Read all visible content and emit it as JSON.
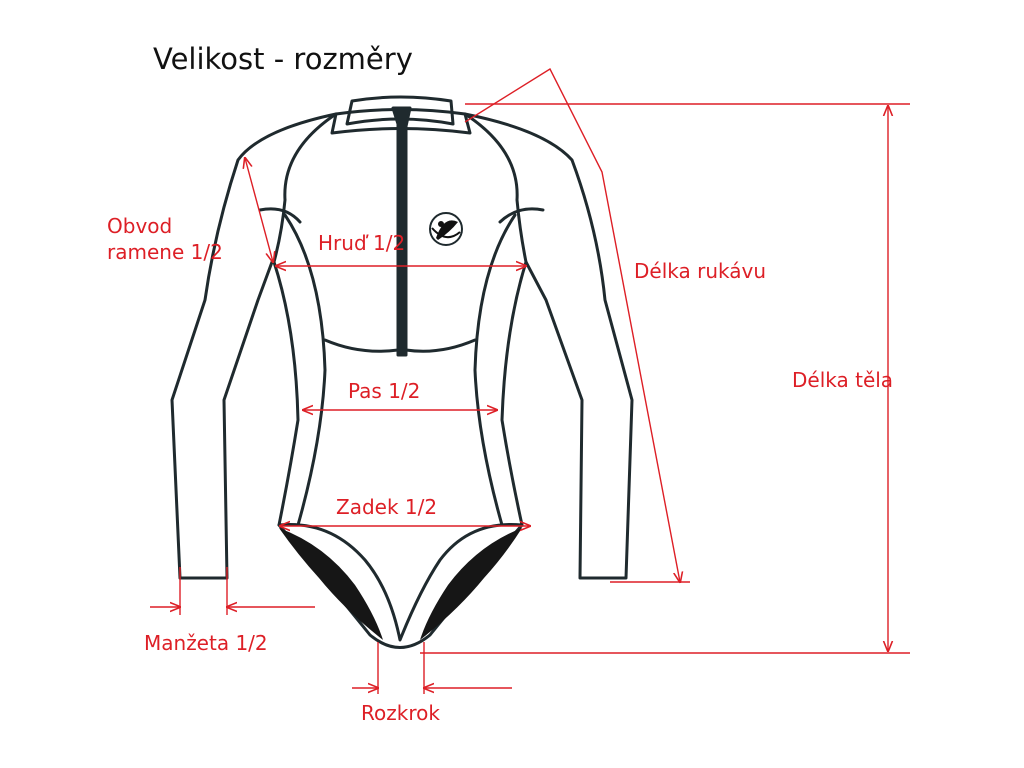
{
  "title": "Velikost - rozměry",
  "colors": {
    "annotation": "#dd1f26",
    "outline": "#1f2a2e",
    "panel_fill": "#161616",
    "title": "#111111"
  },
  "labels": {
    "shoulder_line1": "Obvod",
    "shoulder_line2": "ramene 1/2",
    "chest": "Hruď 1/2",
    "sleeve_length": "Délka rukávu",
    "body_length": "Délka těla",
    "waist": "Pas 1/2",
    "hips": "Zadek 1/2",
    "cuff": "Manžeta 1/2",
    "crotch": "Rozkrok"
  },
  "icons": [
    "brand-logo-icon"
  ]
}
